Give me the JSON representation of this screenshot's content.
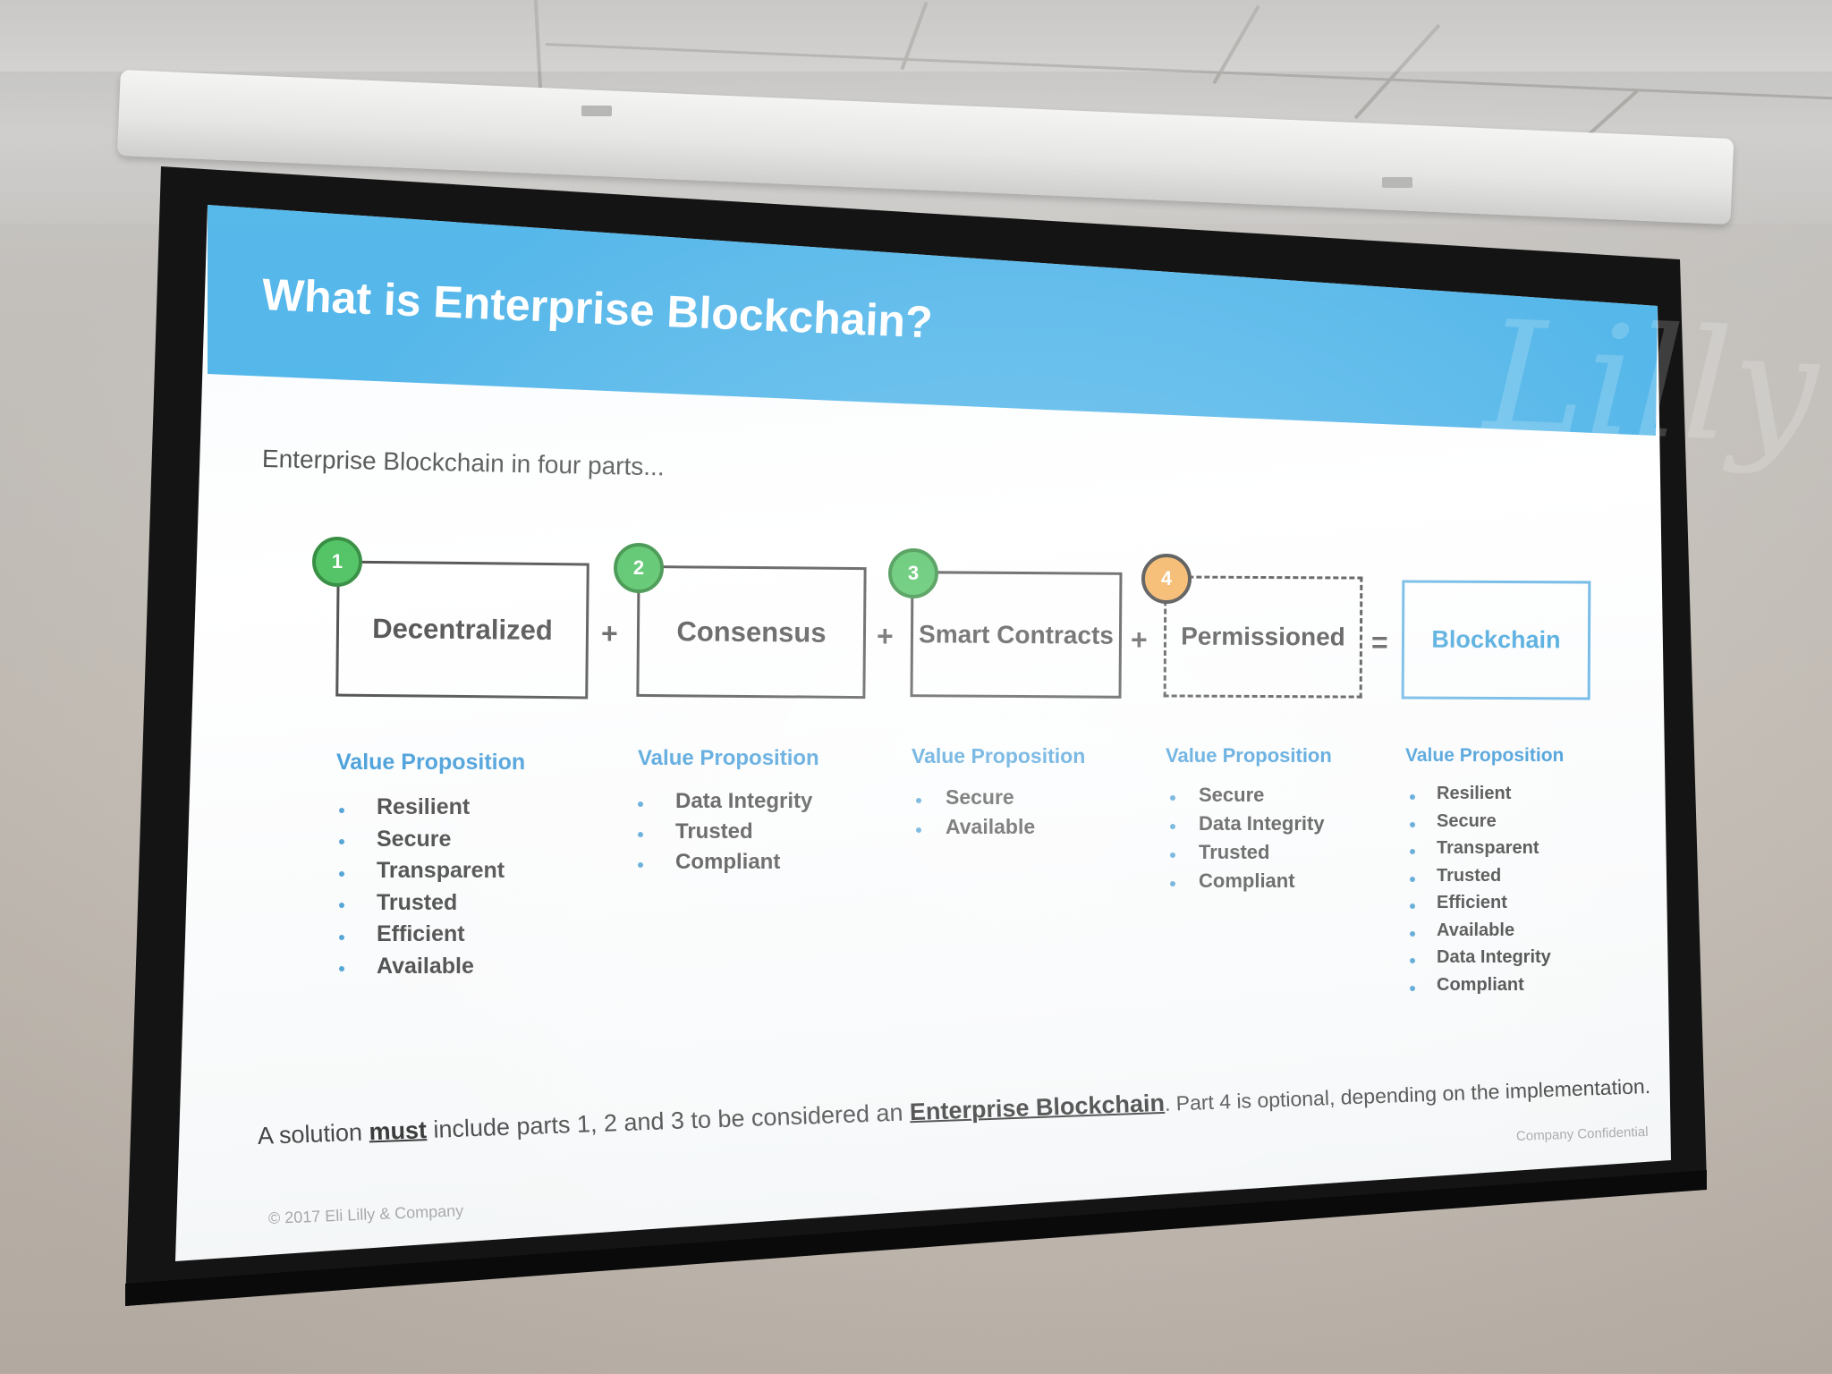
{
  "slide": {
    "title": "What is Enterprise Blockchain?",
    "subtitle": "Enterprise Blockchain in four parts...",
    "watermark_text": "Lilly",
    "parts": [
      {
        "number": "1",
        "label": "Decentralized",
        "badge_color": "#4cc160"
      },
      {
        "number": "2",
        "label": "Consensus",
        "badge_color": "#4cc160"
      },
      {
        "number": "3",
        "label": "Smart Contracts",
        "badge_color": "#4cc160"
      },
      {
        "number": "4",
        "label": "Permissioned",
        "badge_color": "#f4ae55",
        "style": "dashed"
      }
    ],
    "operators": [
      "+",
      "+",
      "+",
      "="
    ],
    "result": {
      "label": "Blockchain",
      "color": "#4aa8dd"
    },
    "value_propositions": [
      {
        "title": "Value Proposition",
        "items": [
          "Resilient",
          "Secure",
          "Transparent",
          "Trusted",
          "Efficient",
          "Available"
        ]
      },
      {
        "title": "Value Proposition",
        "items": [
          "Data Integrity",
          "Trusted",
          "Compliant"
        ]
      },
      {
        "title": "Value Proposition",
        "items": [
          "Secure",
          "Available"
        ]
      },
      {
        "title": "Value Proposition",
        "items": [
          "Secure",
          "Data Integrity",
          "Trusted",
          "Compliant"
        ]
      },
      {
        "title": "Value Proposition",
        "items": [
          "Resilient",
          "Secure",
          "Transparent",
          "Trusted",
          "Efficient",
          "Available",
          "Data Integrity",
          "Compliant"
        ]
      }
    ],
    "footer": {
      "prefix": "A solution ",
      "emphasis": "must",
      "middle": " include parts 1, 2 and 3 to be considered an ",
      "link_text": "Enterprise Blockchain",
      "suffix": ". Part 4 is optional, depending on the implementation."
    },
    "confidential": "Company Confidential",
    "copyright": "© 2017 Eli Lilly & Company"
  },
  "colors": {
    "header_band": "#46b1e8",
    "accent_blue": "#3f9ad8",
    "badge_green": "#4cc160",
    "badge_orange": "#f4ae55"
  }
}
